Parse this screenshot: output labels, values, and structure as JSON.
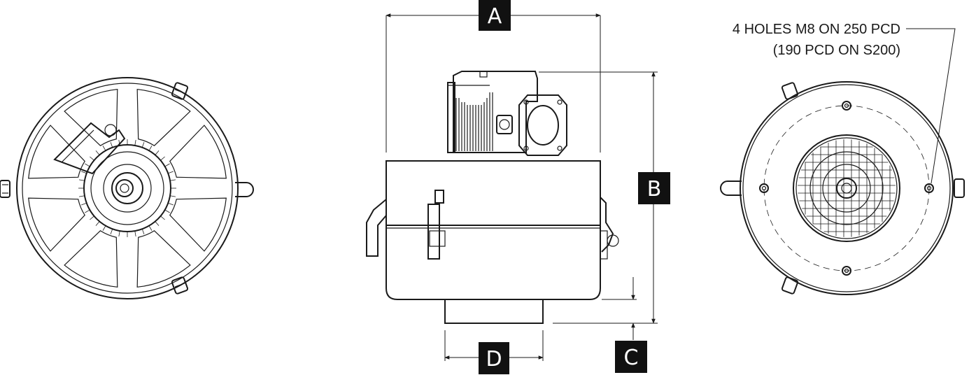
{
  "dimension_labels": {
    "a": "A",
    "b": "B",
    "c": "C",
    "d": "D"
  },
  "note": {
    "line1": "4 HOLES M8 ON 250 PCD",
    "line2": "(190 PCD ON S200)"
  },
  "colors": {
    "line": "#1a1a1a",
    "label_box": "#111111",
    "label_text": "#ffffff",
    "background": "#ffffff"
  }
}
